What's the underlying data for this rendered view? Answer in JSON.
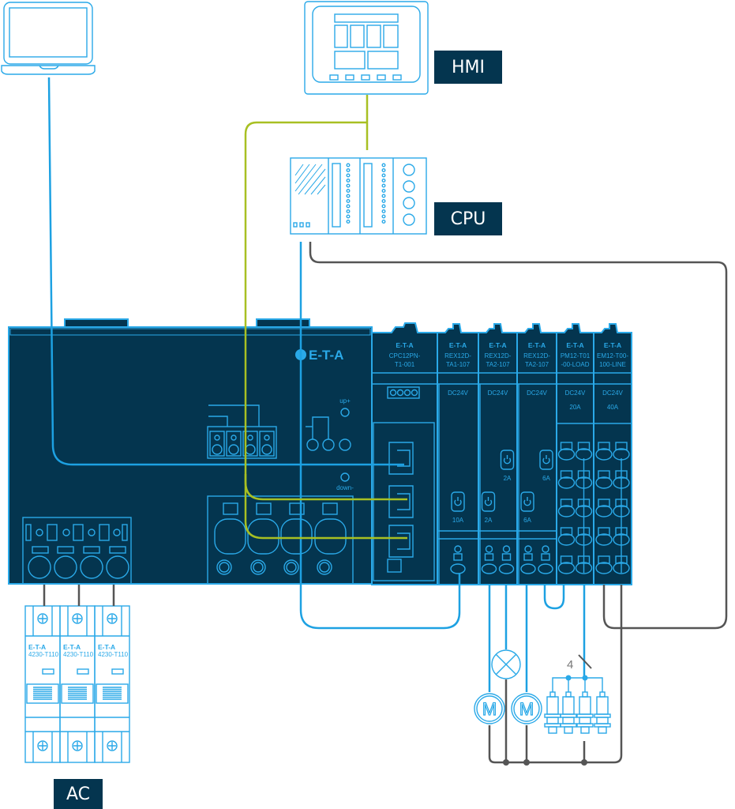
{
  "title": "E-T-A power distribution wiring diagram",
  "labels": {
    "hmi": "HMI",
    "cpu": "CPU",
    "ac": "AC"
  },
  "brand": "E-T-A",
  "controller": {
    "up_label": "up+",
    "down_label": "down-"
  },
  "modules": [
    {
      "brand": "E-T-A",
      "name_line1": "CPC12PN-",
      "name_line2": "T1-001",
      "voltage": "",
      "current": ""
    },
    {
      "brand": "E-T-A",
      "name_line1": "REX12D-",
      "name_line2": "TA1-107",
      "voltage": "DC24V",
      "current": "",
      "channels": [
        "10A"
      ]
    },
    {
      "brand": "E-T-A",
      "name_line1": "REX12D-",
      "name_line2": "TA2-107",
      "voltage": "DC24V",
      "current": "",
      "channels": [
        "2A",
        "2A"
      ]
    },
    {
      "brand": "E-T-A",
      "name_line1": "REX12D-",
      "name_line2": "TA2-107",
      "voltage": "DC24V",
      "current": "",
      "channels": [
        "6A",
        "6A"
      ]
    },
    {
      "brand": "E-T-A",
      "name_line1": "PM12-T01",
      "name_line2": "-00-LOAD",
      "voltage": "DC24V",
      "current": "20A"
    },
    {
      "brand": "E-T-A",
      "name_line1": "EM12-T00-",
      "name_line2": "100-LINE",
      "voltage": "DC24V",
      "current": "40A"
    }
  ],
  "breakers": [
    {
      "brand": "E-T-A",
      "model": "4230-T110"
    },
    {
      "brand": "E-T-A",
      "model": "4230-T110"
    },
    {
      "brand": "E-T-A",
      "model": "4230-T110"
    }
  ],
  "loads": {
    "motor_symbol": "M",
    "sensor_count_label": "4"
  },
  "colors": {
    "panel": "#04354f",
    "outline": "#2aa9e8",
    "ethernet": "#1da1e2",
    "profinet": "#a8c023",
    "ground": "#555555",
    "label_bg": "#04354f"
  }
}
